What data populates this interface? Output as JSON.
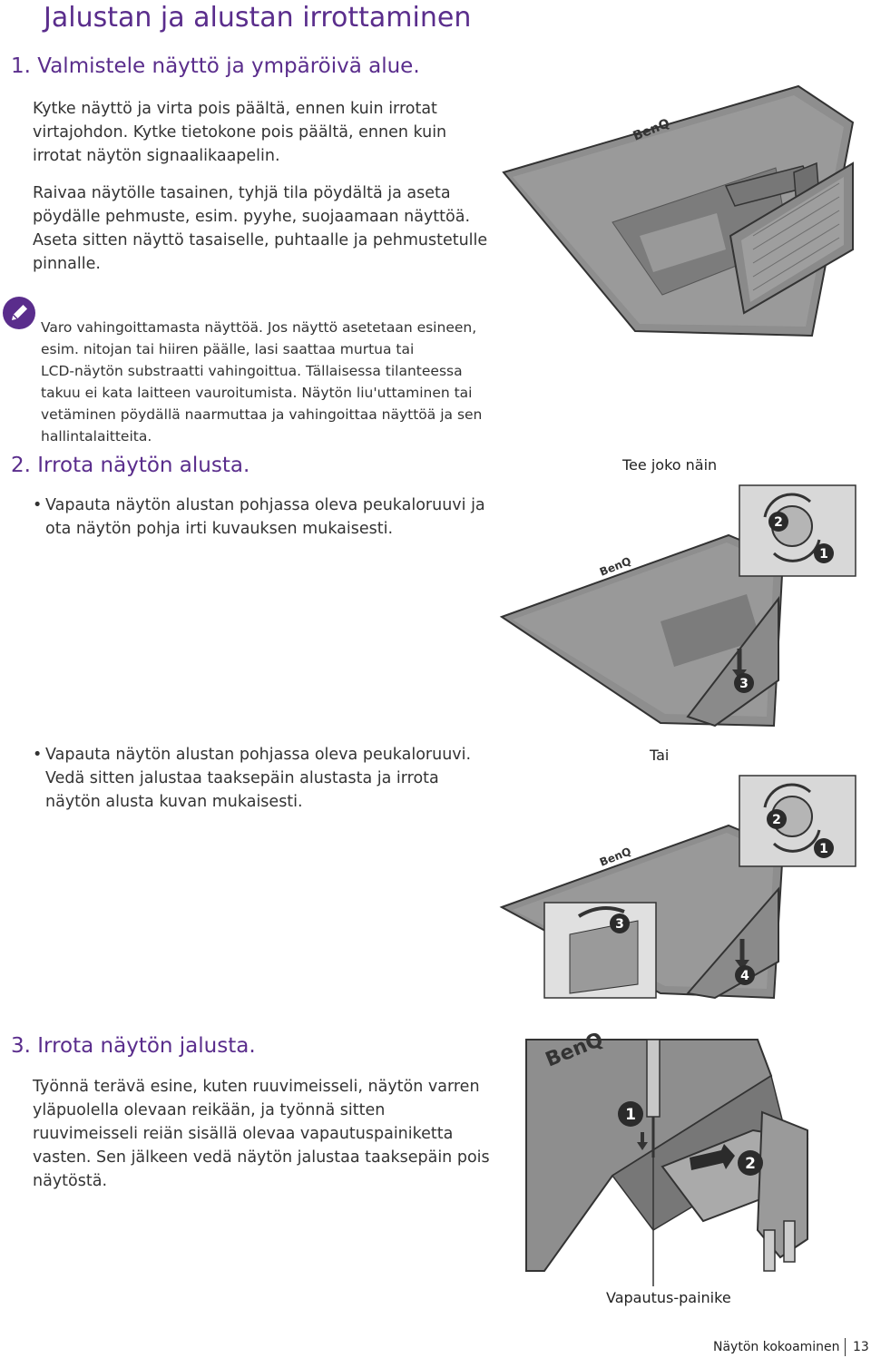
{
  "title": "Jalustan ja alustan irrottaminen",
  "step1": {
    "heading": "1. Valmistele näyttö ja ympäröivä alue.",
    "para1_lines": [
      "Kytke näyttö ja virta pois päältä, ennen kuin irrotat",
      "virtajohdon. Kytke tietokone pois päältä, ennen kuin",
      "irrotat näytön signaalikaapelin."
    ],
    "para2_lines": [
      "Raivaa näytölle tasainen, tyhjä tila pöydältä ja aseta",
      "pöydälle pehmuste, esim. pyyhe, suojaamaan näyttöä.",
      "Aseta sitten näyttö tasaiselle, puhtaalle ja pehmustetulle",
      "pinnalle."
    ],
    "note_icon": "pencil-icon",
    "note_lines": [
      "Varo vahingoittamasta näyttöä. Jos näyttö asetetaan esineen,",
      "esim. nitojan tai hiiren päälle, lasi saattaa murtua tai",
      "LCD-näytön substraatti vahingoittua. Tällaisessa tilanteessa",
      "takuu ei kata laitteen vauroitumista. Näytön liu'uttaminen tai",
      "vetäminen pöydällä naarmuttaa ja vahingoittaa näyttöä ja sen",
      "hallintalaitteita."
    ]
  },
  "step2": {
    "heading": "2. Irrota näytön alusta.",
    "option1_caption": "Tee joko näin",
    "bullet1_lines": [
      "Vapauta näytön alustan pohjassa oleva peukaloruuvi ja",
      "ota näytön pohja irti kuvauksen mukaisesti."
    ],
    "option2_caption": "Tai",
    "bullet2_lines": [
      "Vapauta näytön alustan pohjassa oleva peukaloruuvi.",
      "Vedä sitten jalustaa taaksepäin alustasta ja irrota",
      "näytön alusta kuvan mukaisesti."
    ],
    "bullet_symbol": "•",
    "figure1_steps": [
      "2",
      "1",
      "3"
    ],
    "figure2_steps": [
      "2",
      "1",
      "3",
      "4"
    ]
  },
  "step3": {
    "heading": "3. Irrota näytön jalusta.",
    "para_lines": [
      "Työnnä terävä esine, kuten ruuvimeisseli, näytön varren",
      "yläpuolella olevaan reikään, ja työnnä sitten",
      "ruuvimeisseli reiän sisällä olevaa vapautuspainiketta",
      "vasten. Sen jälkeen vedä näytön jalustaa taaksepäin pois",
      "näytöstä."
    ],
    "figure_caption": "Vapautus-painike",
    "figure_steps": [
      "1",
      "2"
    ]
  },
  "brand_logo": "BenQ",
  "footer": {
    "section": "Näytön kokoaminen",
    "page": "13"
  },
  "colors": {
    "heading": "#5a2d8c",
    "monitor": "#8b8b8b",
    "callout": "#2b2b2b"
  }
}
